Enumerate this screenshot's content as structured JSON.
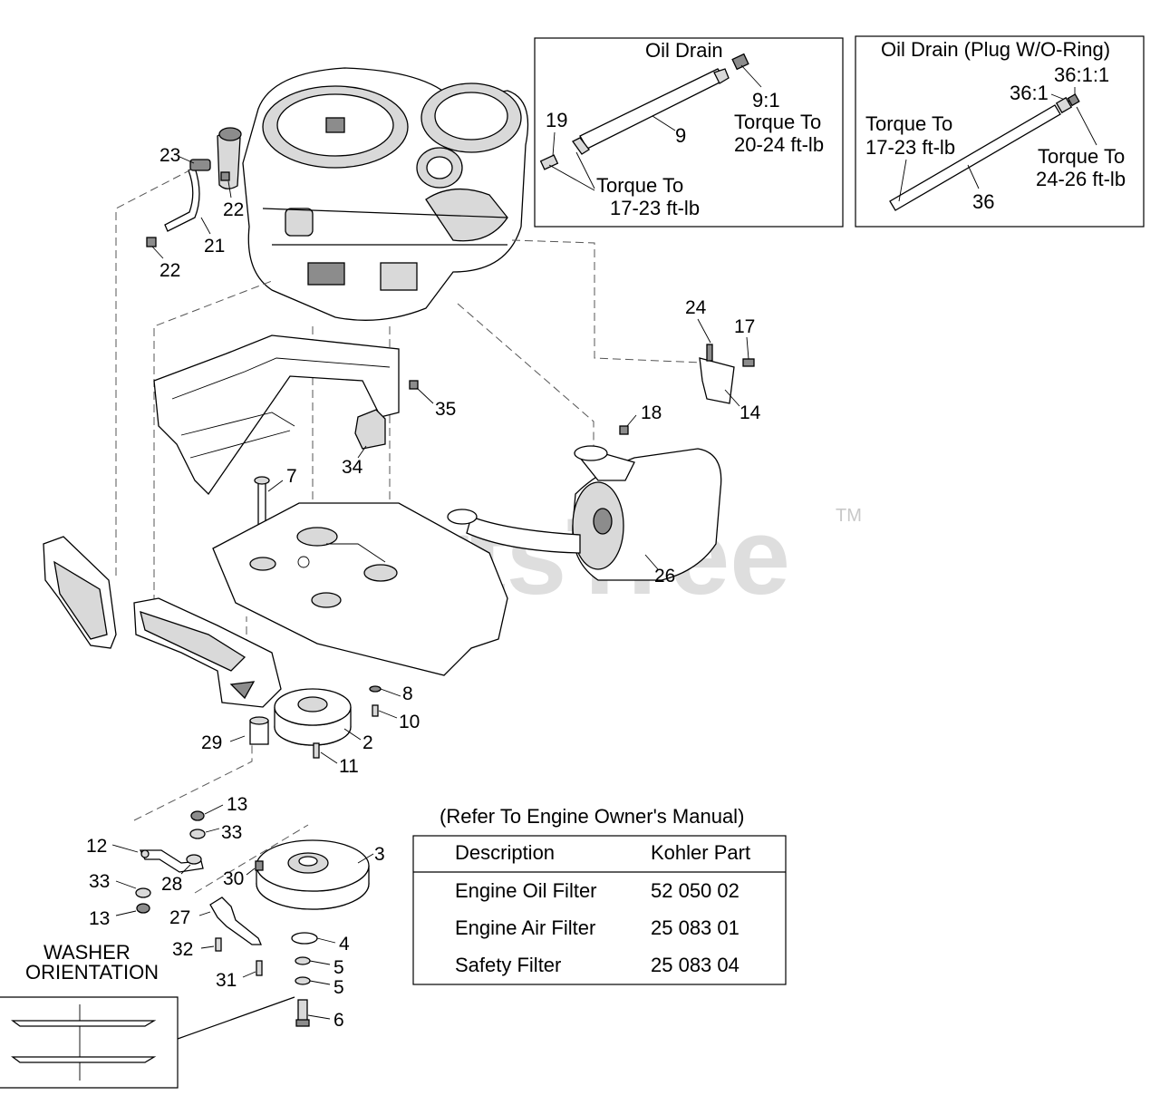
{
  "watermark": {
    "text": "PartsTree",
    "trademark": "TM"
  },
  "insets": {
    "oil_drain": {
      "title": "Oil Drain",
      "notes": {
        "torque_9_1_a": "Torque To",
        "torque_9_1_b": "20-24 ft-lb",
        "torque_19_a": "Torque To",
        "torque_19_b": "17-23 ft-lb"
      },
      "labels": {
        "p9_1": "9:1",
        "p9": "9",
        "p19": "19"
      }
    },
    "oil_drain_plug": {
      "title": "Oil Drain (Plug W/O-Ring)",
      "notes": {
        "torque_left_a": "Torque To",
        "torque_left_b": "17-23 ft-lb",
        "torque_right_a": "Torque To",
        "torque_right_b": "24-26 ft-lb"
      },
      "labels": {
        "p36_1_1": "36:1:1",
        "p36_1": "36:1",
        "p36": "36"
      }
    }
  },
  "callouts": {
    "p2": "2",
    "p3": "3",
    "p4": "4",
    "p5a": "5",
    "p5b": "5",
    "p6": "6",
    "p7": "7",
    "p8": "8",
    "p10": "10",
    "p11": "11",
    "p12": "12",
    "p13a": "13",
    "p13b": "13",
    "p14": "14",
    "p17": "17",
    "p18": "18",
    "p21": "21",
    "p22a": "22",
    "p22b": "22",
    "p23": "23",
    "p24": "24",
    "p26": "26",
    "p27": "27",
    "p28": "28",
    "p29": "29",
    "p30": "30",
    "p31": "31",
    "p32": "32",
    "p33a": "33",
    "p33b": "33",
    "p34": "34",
    "p35": "35"
  },
  "washer": {
    "title_line1": "WASHER",
    "title_line2": "ORIENTATION"
  },
  "filter_table": {
    "caption": "(Refer To Engine Owner's Manual)",
    "headers": [
      "Description",
      "Kohler Part"
    ],
    "rows": [
      [
        "Engine Oil Filter",
        "52 050 02"
      ],
      [
        "Engine Air Filter",
        "25 083 01"
      ],
      [
        "Safety Filter",
        "25 083 04"
      ]
    ]
  }
}
